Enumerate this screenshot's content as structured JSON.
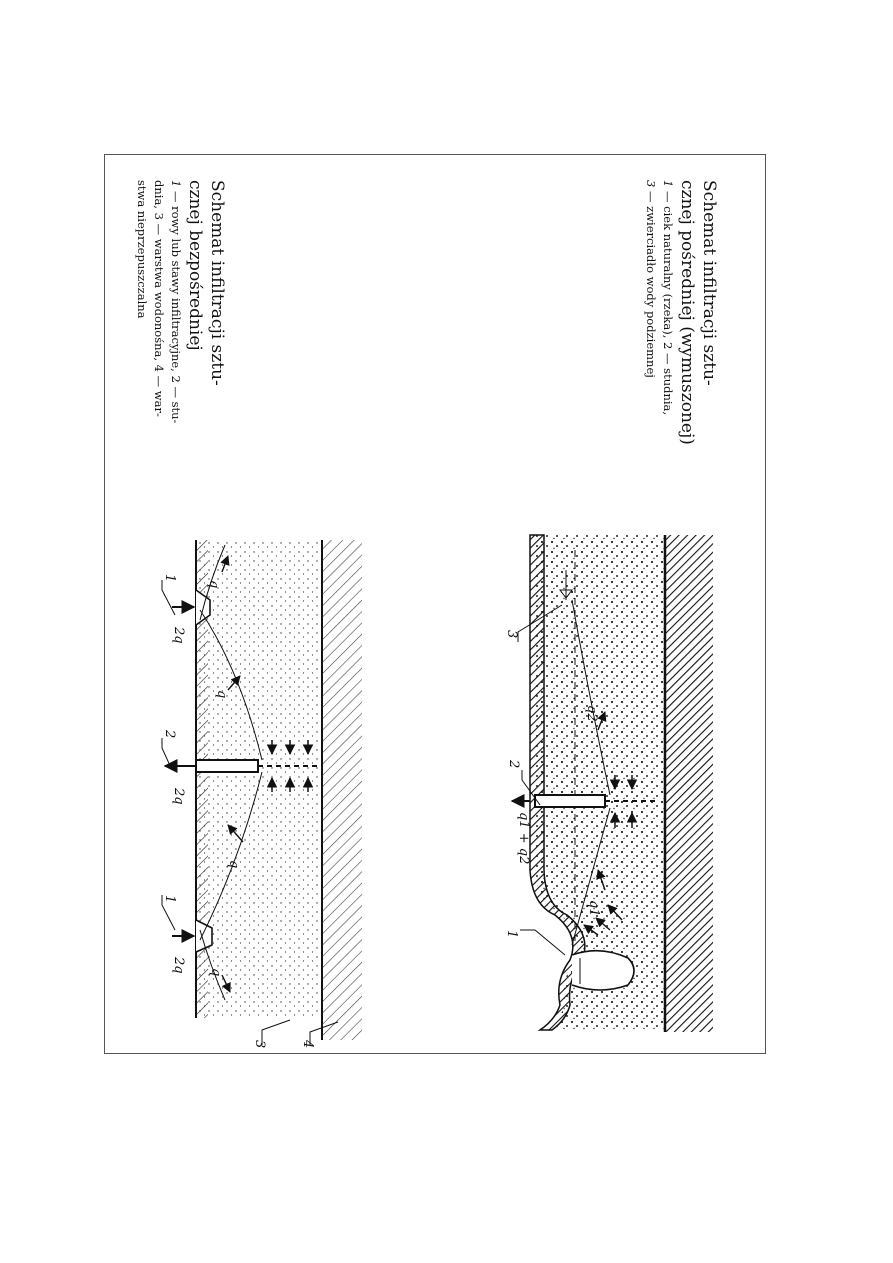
{
  "figure1": {
    "title_line1": "Schemat infiltracji sztu-",
    "title_line2": "cznej bezpośredniej",
    "legend": [
      {
        "num": "1",
        "text": " — rowy lub stawy infiltracyjne, 2 — stu-"
      },
      {
        "num": "",
        "text": "dnia, 3 — warstwa wodonośna, 4 — war-"
      },
      {
        "num": "",
        "text": "stwa nieprzepuszczalna"
      }
    ],
    "labels": {
      "ditch_left": "1",
      "ditch_right": "1",
      "well": "2",
      "aquifer": "3",
      "impermeable": "4",
      "flow_in_left": "2q",
      "flow_out": "2q",
      "flow_in_right": "2q",
      "q_a": "q",
      "q_b": "q",
      "q_c": "q",
      "q_d": "q"
    }
  },
  "figure2": {
    "title_line1": "Schemat infiltracji sztu-",
    "title_line2": "cznej pośredniej (wymuszonej)",
    "legend": [
      {
        "num": "1",
        "text": " — ciek naturalny (rzeka), 2 — studnia,"
      },
      {
        "num": "3",
        "text": " — zwierciadło wody podziemnej"
      }
    ],
    "labels": {
      "river": "1",
      "well": "2",
      "water_table": "3",
      "flow_out": "q1 + q2",
      "q1": "q1",
      "q2": "q2"
    }
  }
}
